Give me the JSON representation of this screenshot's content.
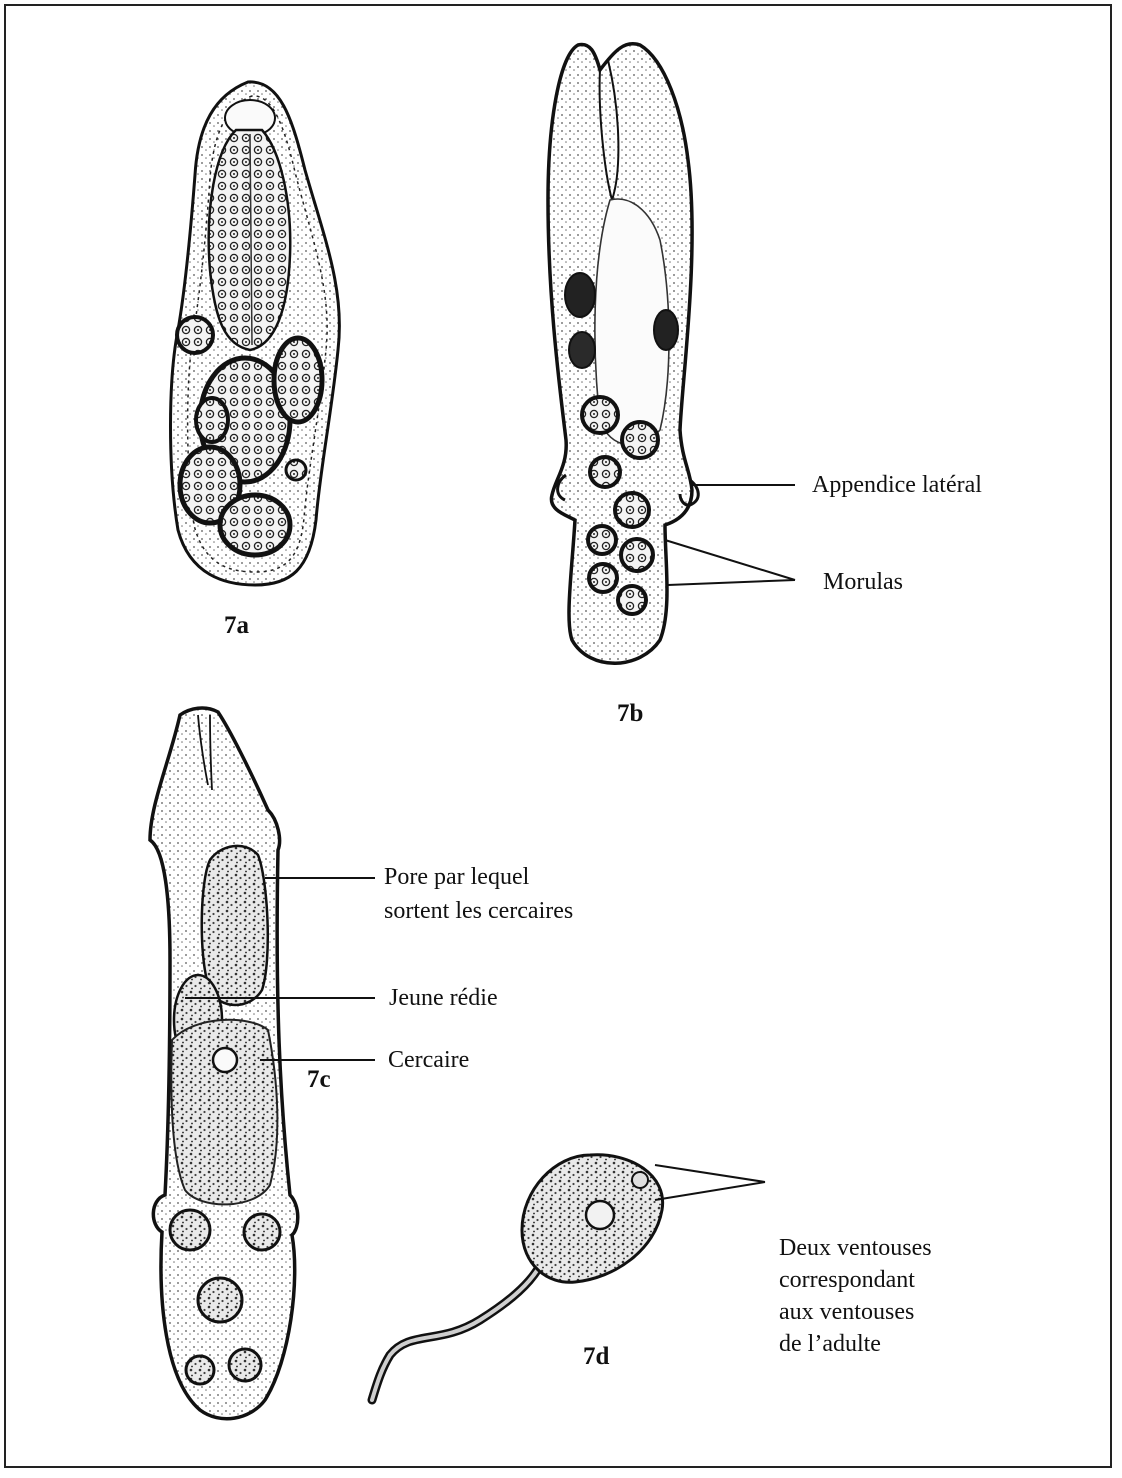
{
  "figures": {
    "a": {
      "label": "7a"
    },
    "b": {
      "label": "7b"
    },
    "c": {
      "label": "7c"
    },
    "d": {
      "label": "7d"
    }
  },
  "annotations": {
    "appendice": "Appendice latéral",
    "morulas": "Morulas",
    "pore_line1": "Pore par lequel",
    "pore_line2": "sortent les cercaires",
    "jeune_redie": "Jeune rédie",
    "cercaire": "Cercaire",
    "ventouses_line1": "Deux ventouses",
    "ventouses_line2": "correspondant",
    "ventouses_line3": "aux ventouses",
    "ventouses_line4": "de l’adulte"
  }
}
